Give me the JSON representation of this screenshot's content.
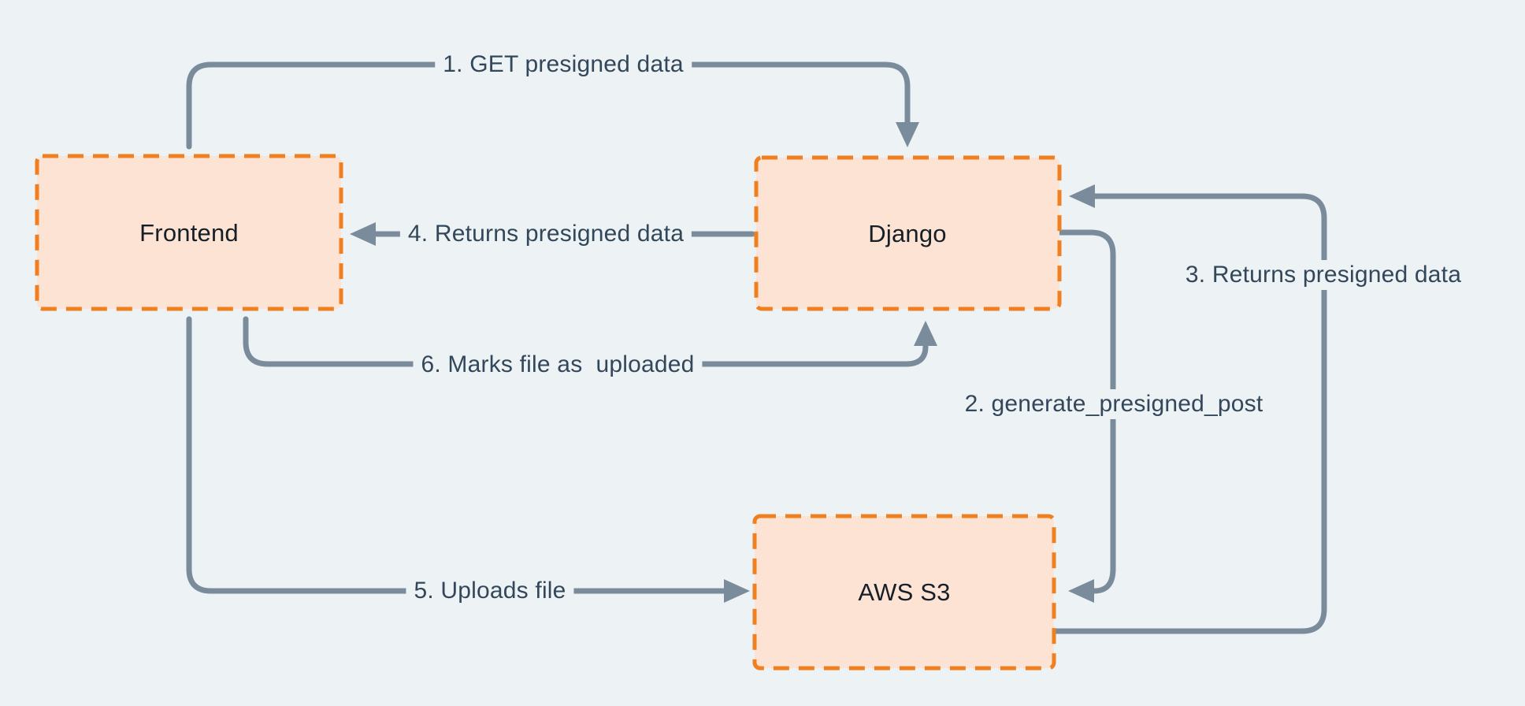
{
  "diagram": {
    "type": "flow-diagram",
    "nodes": [
      {
        "id": "frontend",
        "label": "Frontend"
      },
      {
        "id": "django",
        "label": "Django"
      },
      {
        "id": "aws-s3",
        "label": "AWS S3"
      }
    ],
    "edges": [
      {
        "id": "1",
        "label": "1. GET presigned data",
        "from": "frontend",
        "to": "django"
      },
      {
        "id": "2",
        "label": "2. generate_presigned_post",
        "from": "django",
        "to": "aws-s3"
      },
      {
        "id": "3",
        "label": "3. Returns presigned data",
        "from": "aws-s3",
        "to": "django"
      },
      {
        "id": "4",
        "label": "4. Returns presigned data",
        "from": "django",
        "to": "frontend"
      },
      {
        "id": "5",
        "label": "5. Uploads file",
        "from": "frontend",
        "to": "aws-s3"
      },
      {
        "id": "6",
        "label": "6. Marks file as  uploaded",
        "from": "frontend",
        "to": "django"
      }
    ],
    "colors": {
      "background": "#EDF2F5",
      "node_fill": "#FCE3D3",
      "node_border": "#F0801F",
      "edge": "#7A8C9B",
      "edge_label_text": "#33475A",
      "node_label_text": "#161F28"
    }
  }
}
